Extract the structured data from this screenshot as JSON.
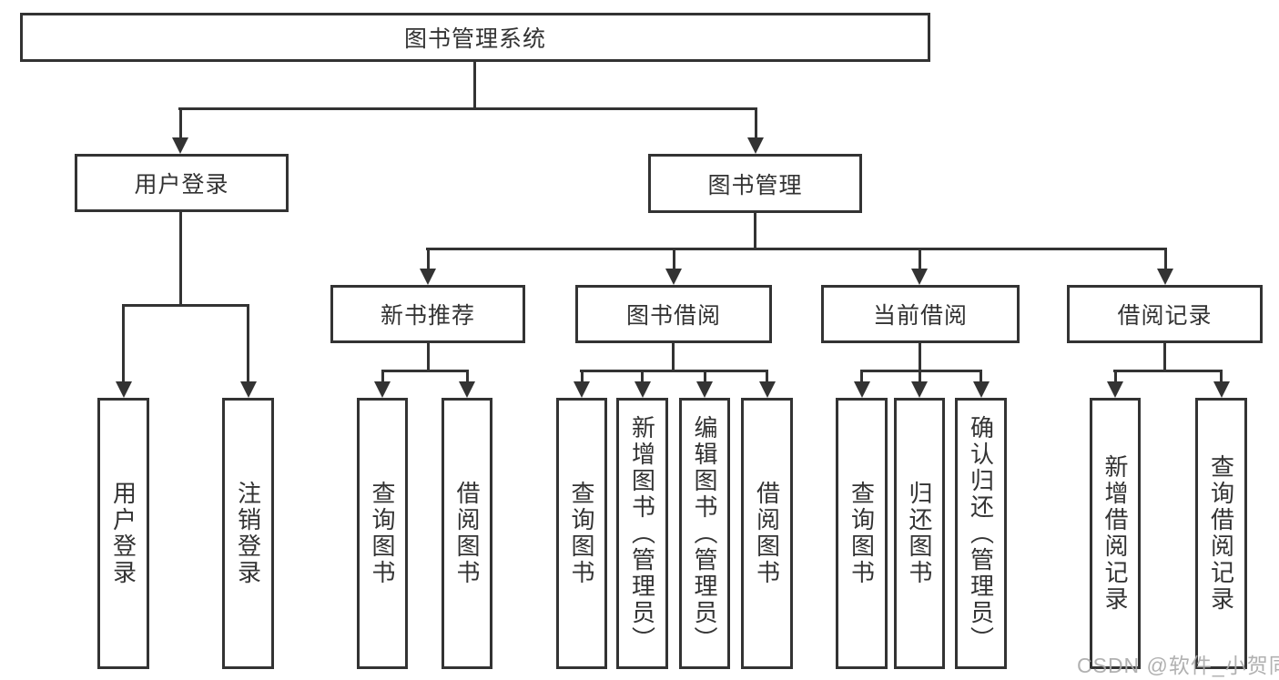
{
  "diagram_title": "图书管理系统",
  "tree": {
    "root": "图书管理系统",
    "branches": {
      "user_login": {
        "label": "用户登录",
        "children": [
          "用户登录",
          "注销登录"
        ]
      },
      "book_management": {
        "label": "图书管理",
        "sections": {
          "new_book_recommend": {
            "label": "新书推荐",
            "children": [
              "查询图书",
              "借阅图书"
            ]
          },
          "book_borrow": {
            "label": "图书借阅",
            "children": [
              "查询图书",
              "新增图书（管理员）",
              "编辑图书（管理员）",
              "借阅图书"
            ]
          },
          "current_borrow": {
            "label": "当前借阅",
            "children": [
              "查询图书",
              "归还图书",
              "确认归还（管理员）"
            ]
          },
          "borrow_record": {
            "label": "借阅记录",
            "children": [
              "新增借阅记录",
              "查询借阅记录"
            ]
          }
        }
      }
    }
  },
  "watermark_text": "CSDN @软件_小贺同学",
  "colors": {
    "line": "#333333",
    "text": "#333333",
    "box_background": "#ffffff",
    "page_background": "#ffffff",
    "watermark": "#a8a8a8"
  }
}
